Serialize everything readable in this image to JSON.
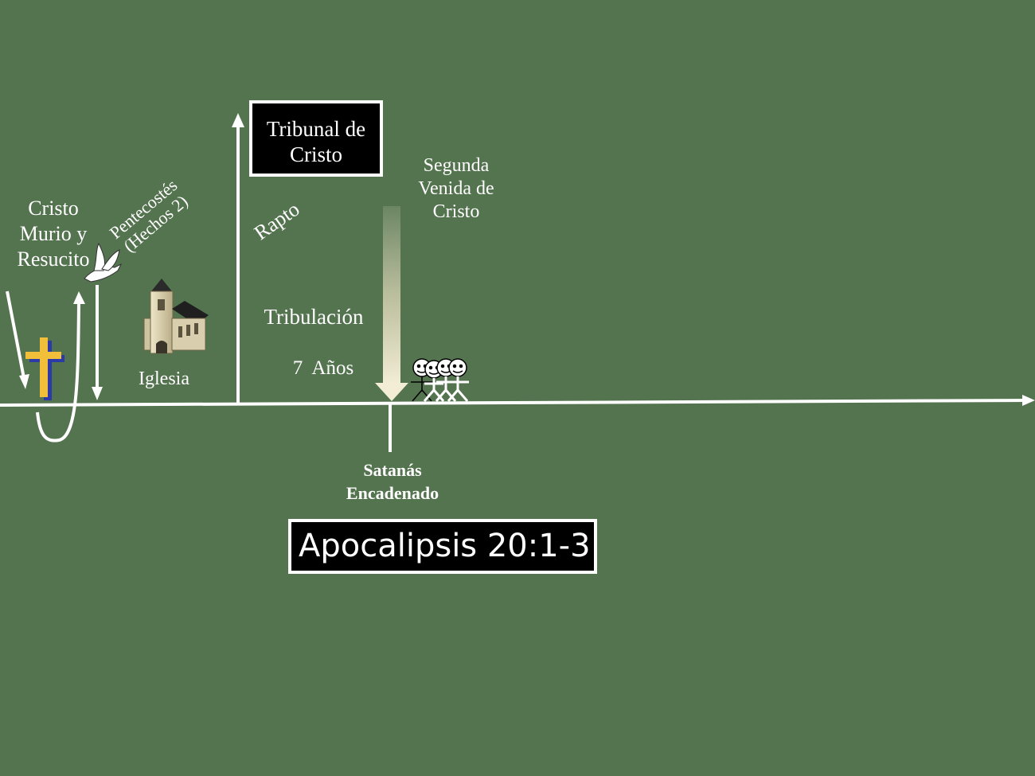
{
  "labels": {
    "christ_died_rose": "Cristo\nMurio y\nResucito",
    "pentecost": "Pentecostés\n(Hechos 2)",
    "church": "Iglesia",
    "rapture": "Rapto",
    "judgment_seat": "Tribunal de\nCristo",
    "second_coming": "Segunda\nVenida de\nCristo",
    "tribulation": "Tribulación",
    "seven_years": "7  Años",
    "satan_bound": "Satanás\nEncadenado"
  },
  "scripture_reference": "Apocalipsis 20:1-3",
  "colors": {
    "background": "#54734f",
    "lines": "#ffffff",
    "cross": "#f2bf3a",
    "cross_shadow": "#2b3aa8",
    "box_fill": "#000000"
  },
  "icons": [
    "cross-icon",
    "dove-icon",
    "church-icon",
    "smiley-people-icon"
  ]
}
